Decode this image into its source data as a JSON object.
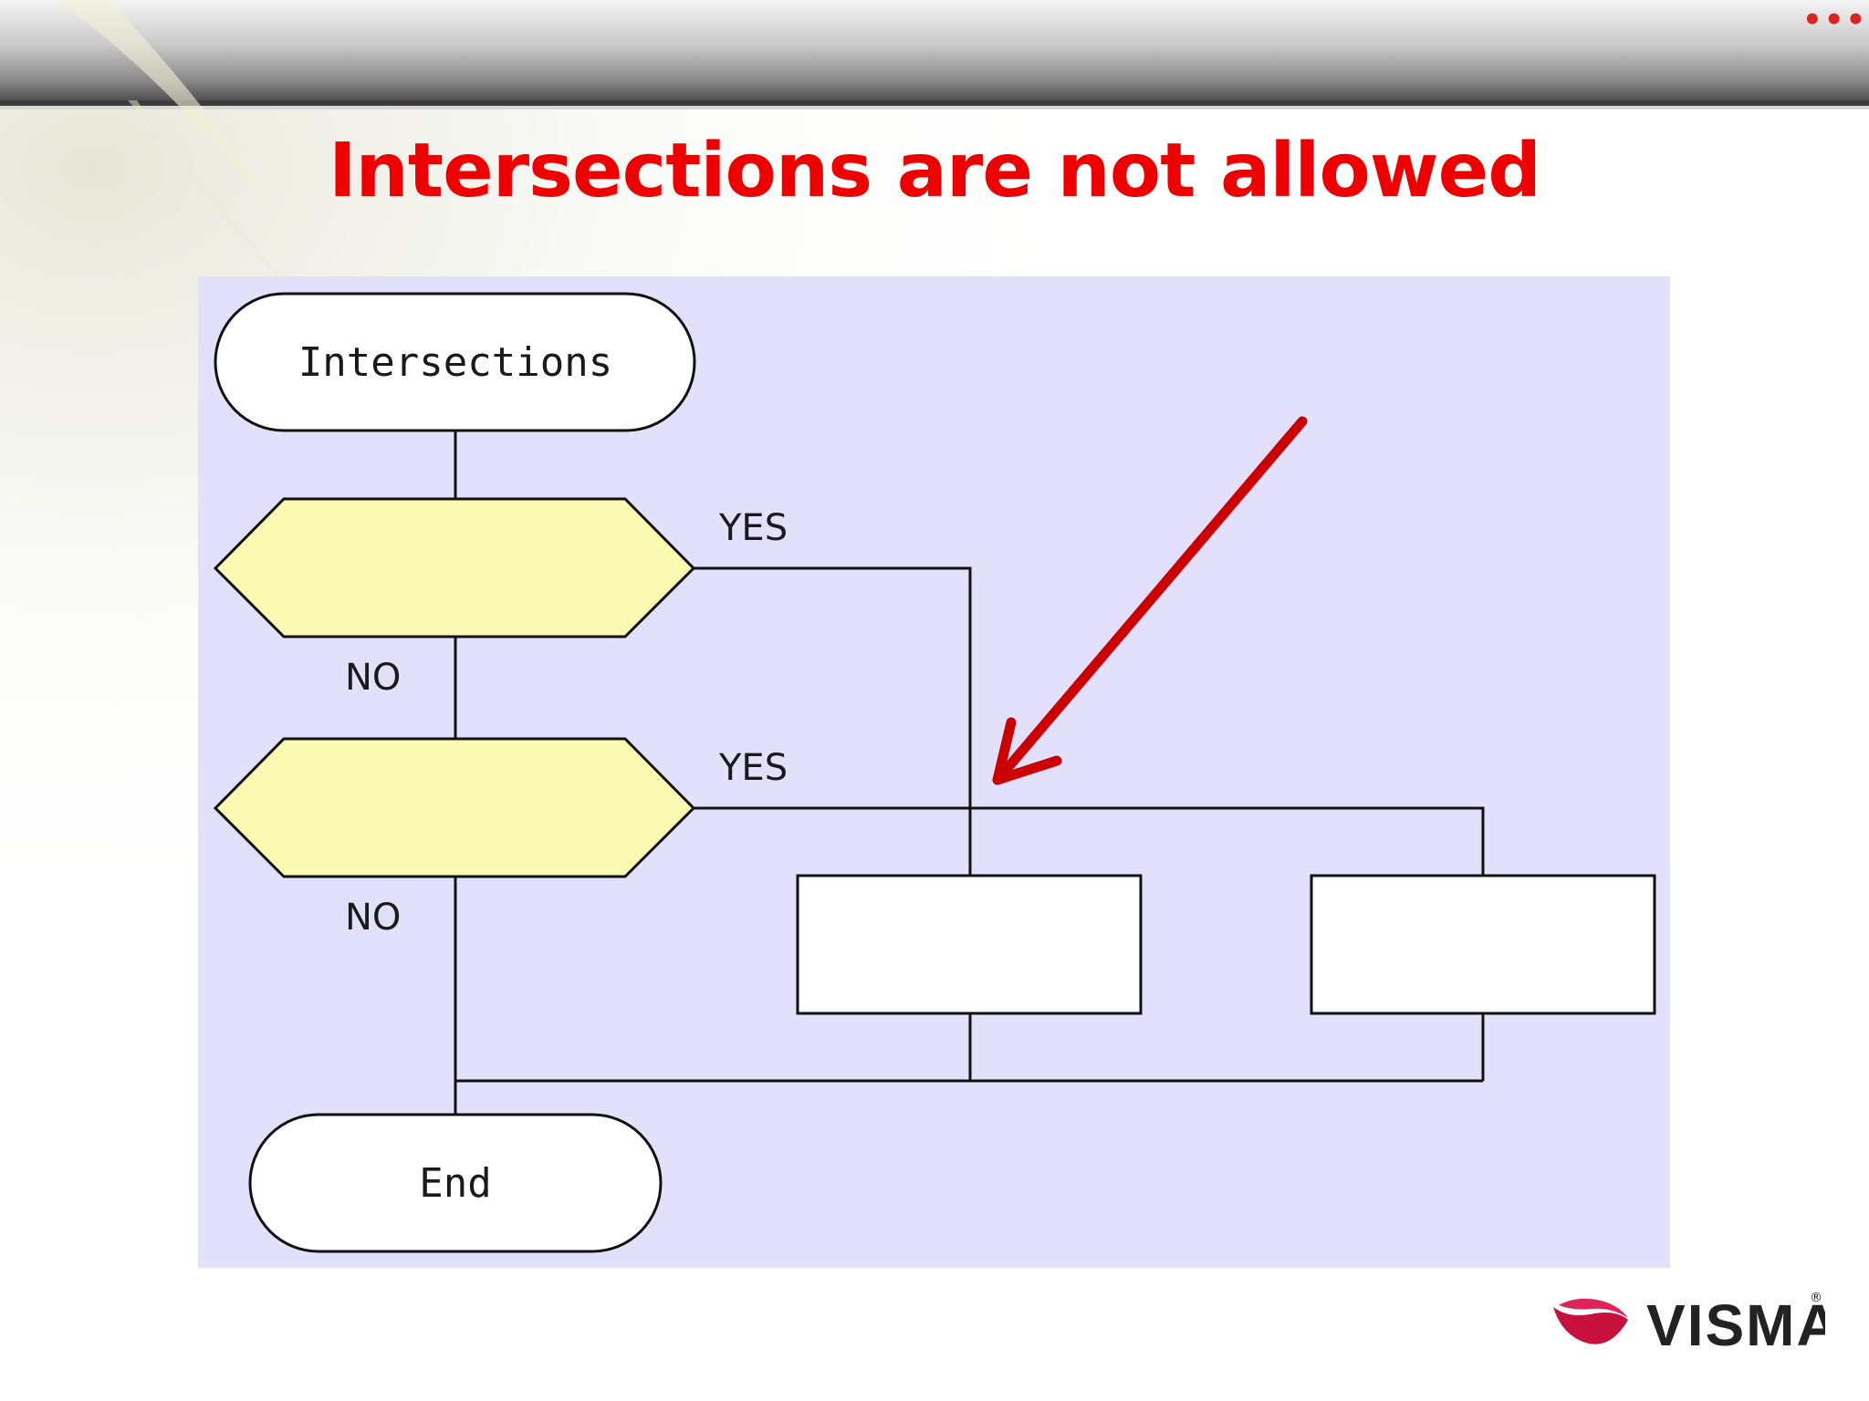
{
  "slide": {
    "title": "Intersections are not allowed",
    "menu_icon": "ellipsis-icon"
  },
  "diagram": {
    "start_label": "Intersections",
    "end_label": "End",
    "decision1": {
      "yes_label": "YES",
      "no_label": "NO"
    },
    "decision2": {
      "yes_label": "YES",
      "no_label": "NO"
    },
    "highlight": {
      "icon": "red-arrow-icon",
      "color": "#cc0000"
    },
    "colors": {
      "canvas": "#e2e0fa",
      "decision_fill": "#fbfbb4",
      "line": "#111111"
    }
  },
  "logo": {
    "text": "VISMA",
    "registered": "®",
    "icon": "visma-swoosh-icon"
  }
}
